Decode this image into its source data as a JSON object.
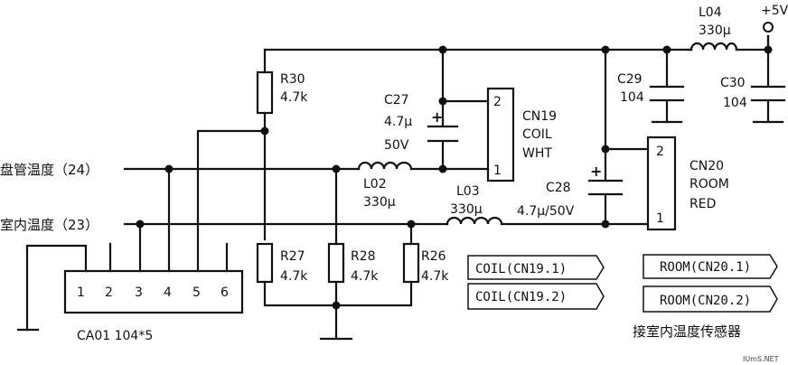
{
  "supply": "+5V",
  "inputs": {
    "coil_temp": "盘管温度（24）",
    "room_temp": "室内温度（23）"
  },
  "connector_bottom": {
    "pins": [
      "1",
      "2",
      "3",
      "4",
      "5",
      "6"
    ],
    "label": "CA01  104*5"
  },
  "components": {
    "R30": {
      "ref": "R30",
      "value": "4.7k"
    },
    "R27": {
      "ref": "R27",
      "value": "4.7k"
    },
    "R28": {
      "ref": "R28",
      "value": "4.7k"
    },
    "R26": {
      "ref": "R26",
      "value": "4.7k"
    },
    "C27": {
      "ref": "C27",
      "value": "4.7μ",
      "voltage": "50V"
    },
    "C28": {
      "ref": "C28",
      "value": "4.7μ/50V"
    },
    "C29": {
      "ref": "C29",
      "value": "104"
    },
    "C30": {
      "ref": "C30",
      "value": "104"
    },
    "L02": {
      "ref": "L02",
      "value": "330μ"
    },
    "L03": {
      "ref": "L03",
      "value": "330μ"
    },
    "L04": {
      "ref": "L04",
      "value": "330μ"
    },
    "CN19": {
      "ref": "CN19",
      "line2": "COIL",
      "line3": "WHT",
      "pins": [
        "2",
        "1"
      ]
    },
    "CN20": {
      "ref": "CN20",
      "line2": "ROOM",
      "line3": "RED",
      "pins": [
        "2",
        "1"
      ]
    }
  },
  "tags": [
    "COIL(CN19.1)",
    "COIL(CN19.2)",
    "ROOM(CN20.1)",
    "ROOM(CN20.2)"
  ],
  "caption": "接室内温度传感器",
  "watermark": "IUmS.NET"
}
